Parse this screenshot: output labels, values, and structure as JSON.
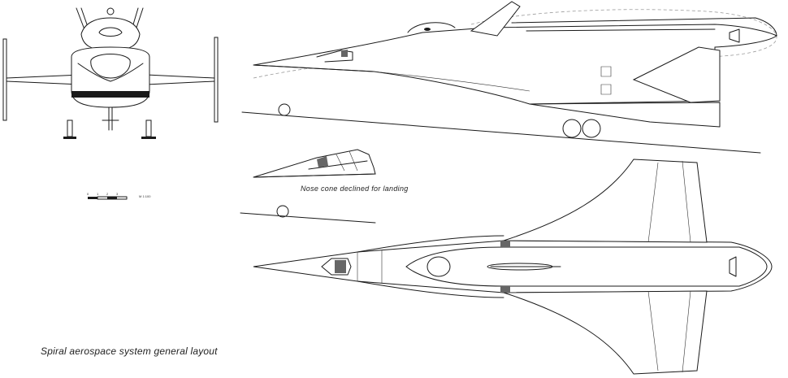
{
  "caption": "Spiral aerospace system general layout",
  "nose_note": "Nose cone declined for landing",
  "scale_bar": {
    "ticks": [
      "0",
      "1",
      "2",
      "3"
    ],
    "label": "M 1:100"
  }
}
